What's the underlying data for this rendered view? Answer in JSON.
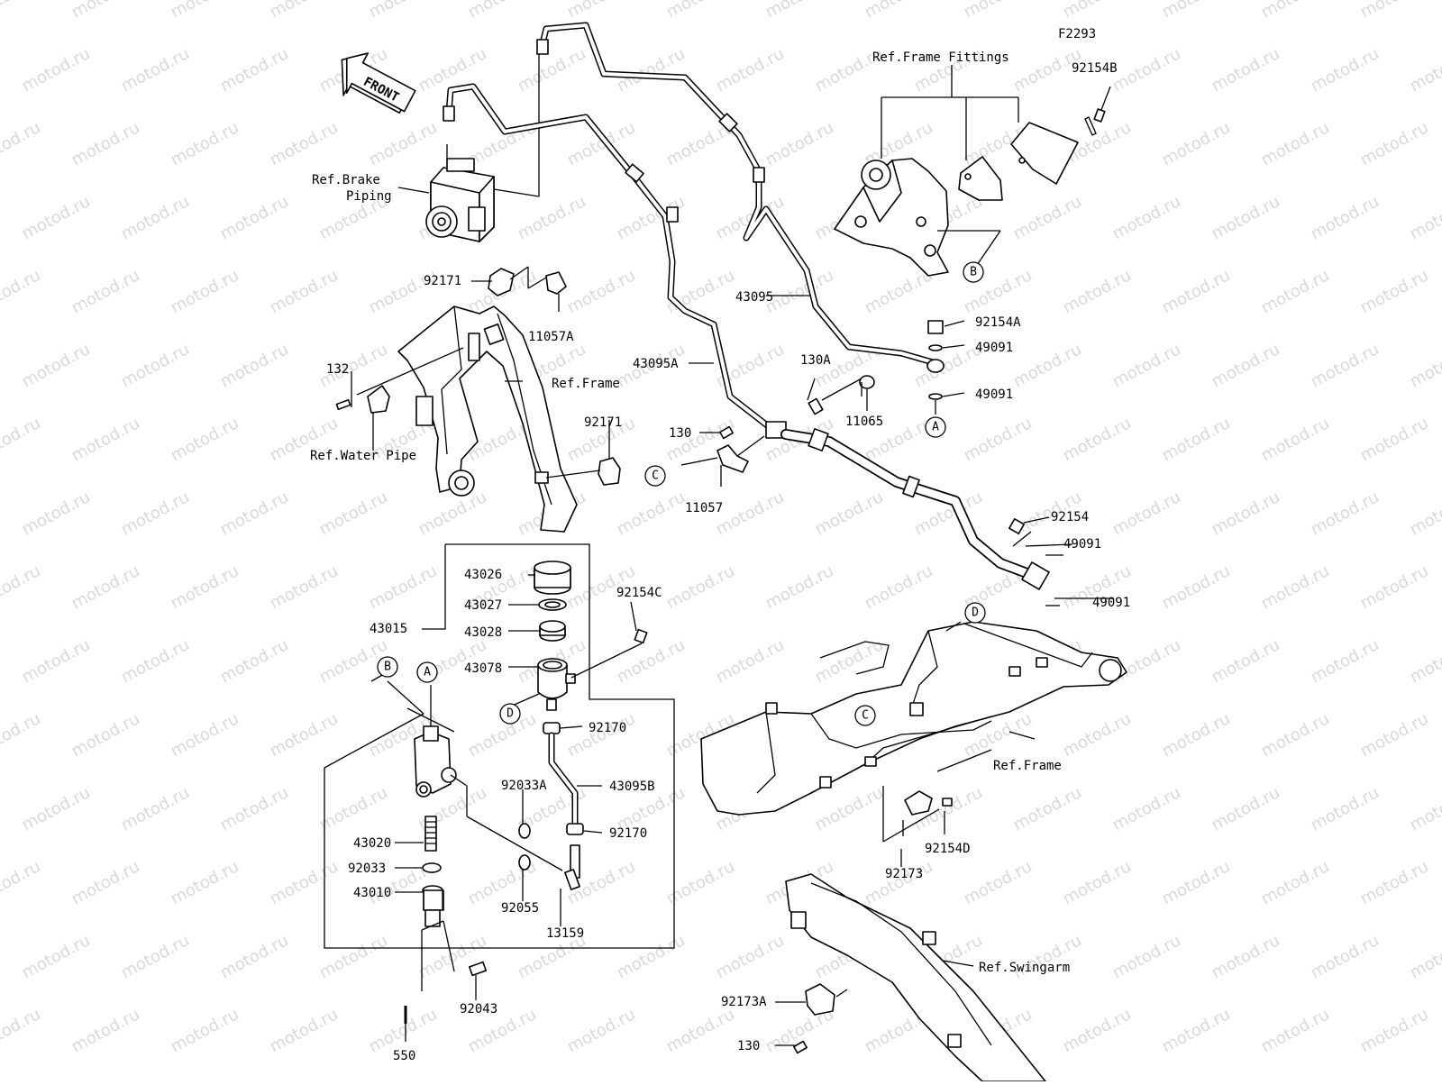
{
  "diagram_code": "F2293",
  "front_arrow": "FRONT",
  "watermark": "motod.ru",
  "callouts": [
    "A",
    "B",
    "C",
    "D"
  ],
  "refs": {
    "brake_piping": [
      "Ref.Brake",
      "Piping"
    ],
    "frame_fittings": "Ref.Frame Fittings",
    "frame_left": "Ref.Frame",
    "water_pipe": "Ref.Water Pipe",
    "frame_right": "Ref.Frame",
    "swingarm": "Ref.Swingarm"
  },
  "parts": [
    "F2293",
    "92154B",
    "92171",
    "11057A",
    "132",
    "43095",
    "92154A",
    "49091",
    "49091",
    "43095A",
    "130A",
    "11065",
    "130",
    "11057",
    "92171",
    "92154",
    "49091",
    "49091",
    "43026",
    "92154C",
    "43027",
    "43015",
    "43028",
    "43078",
    "92170",
    "92033A",
    "43095B",
    "92170",
    "43020",
    "92033",
    "43010",
    "92055",
    "13159",
    "92043",
    "550",
    "92154D",
    "92173",
    "92173A",
    "130"
  ]
}
